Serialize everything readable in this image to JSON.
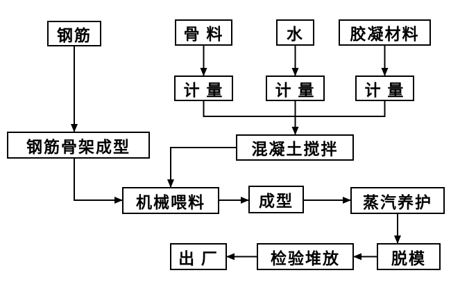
{
  "diagram": {
    "title": "precast-concrete-production-flowchart",
    "colors": {
      "background": "#ffffff",
      "box_border": "#000000",
      "line": "#000000",
      "text": "#000000"
    },
    "nodes": {
      "rebar": {
        "label": "钢筋"
      },
      "aggregate": {
        "label": "骨 料"
      },
      "water": {
        "label": "水"
      },
      "binder": {
        "label": "胶凝材料"
      },
      "measure1": {
        "label": "计 量"
      },
      "measure2": {
        "label": "计 量"
      },
      "measure3": {
        "label": "计 量"
      },
      "skeleton": {
        "label": "钢筋骨架成型"
      },
      "mixing": {
        "label": "混凝土搅拌"
      },
      "feeding": {
        "label": "机械喂料"
      },
      "forming": {
        "label": "成型"
      },
      "curing": {
        "label": "蒸汽养护"
      },
      "demold": {
        "label": "脱模"
      },
      "inspect": {
        "label": "检验堆放"
      },
      "shipout": {
        "label": "出 厂"
      }
    },
    "edges": [
      {
        "from": "rebar",
        "to": "skeleton"
      },
      {
        "from": "aggregate",
        "to": "measure1"
      },
      {
        "from": "water",
        "to": "measure2"
      },
      {
        "from": "binder",
        "to": "measure3"
      },
      {
        "from": "measure1",
        "to": "mixing"
      },
      {
        "from": "measure2",
        "to": "mixing"
      },
      {
        "from": "measure3",
        "to": "mixing"
      },
      {
        "from": "skeleton",
        "to": "feeding"
      },
      {
        "from": "mixing",
        "to": "feeding"
      },
      {
        "from": "feeding",
        "to": "forming"
      },
      {
        "from": "forming",
        "to": "curing"
      },
      {
        "from": "curing",
        "to": "demold"
      },
      {
        "from": "demold",
        "to": "inspect"
      },
      {
        "from": "inspect",
        "to": "shipout"
      }
    ]
  }
}
